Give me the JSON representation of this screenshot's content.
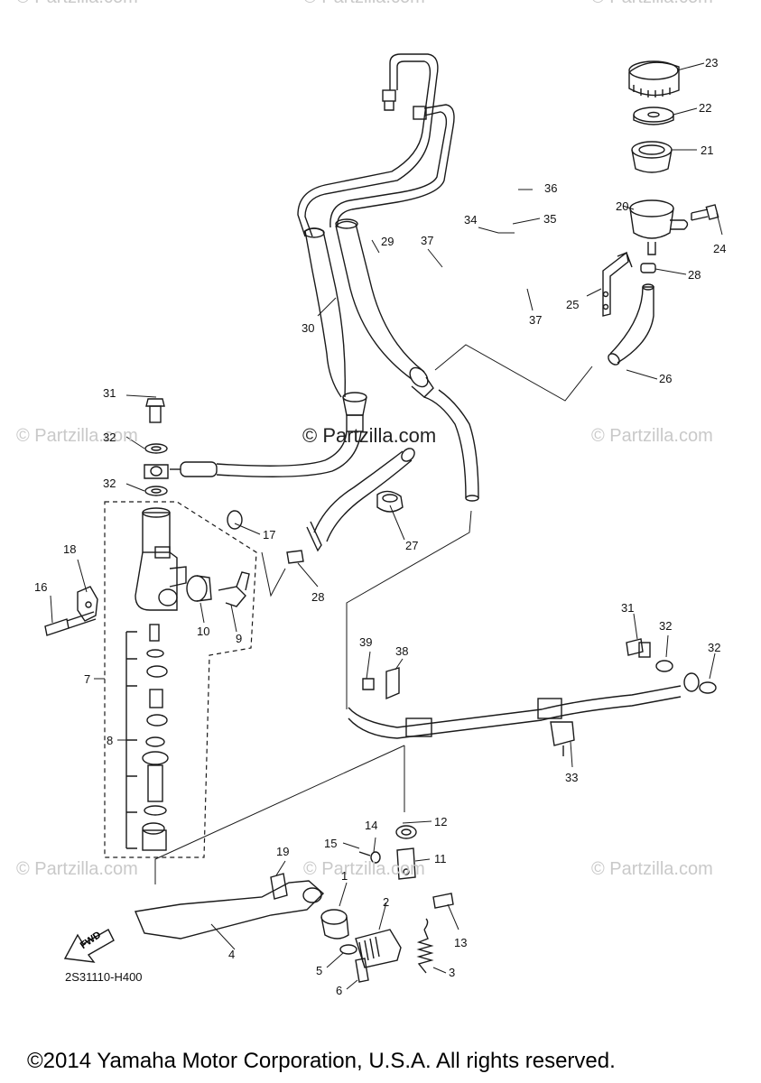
{
  "watermark": {
    "text": "© Partzilla.com",
    "center_text": "© Partzilla.com"
  },
  "drawing_code": "2S31110-H400",
  "direction_label": "FWD",
  "copyright": "©2014 Yamaha Motor Corporation, U.S.A. All rights reserved.",
  "callouts": [
    "1",
    "2",
    "3",
    "4",
    "5",
    "6",
    "7",
    "8",
    "9",
    "10",
    "11",
    "12",
    "13",
    "14",
    "15",
    "16",
    "17",
    "18",
    "19",
    "20",
    "21",
    "22",
    "23",
    "24",
    "25",
    "26",
    "27",
    "28",
    "28",
    "29",
    "30",
    "31",
    "31",
    "32",
    "32",
    "32",
    "32",
    "33",
    "34",
    "35",
    "36",
    "37",
    "37",
    "38",
    "39"
  ],
  "colors": {
    "line": "#1a1a1a",
    "watermark": "#c9c9c9"
  }
}
